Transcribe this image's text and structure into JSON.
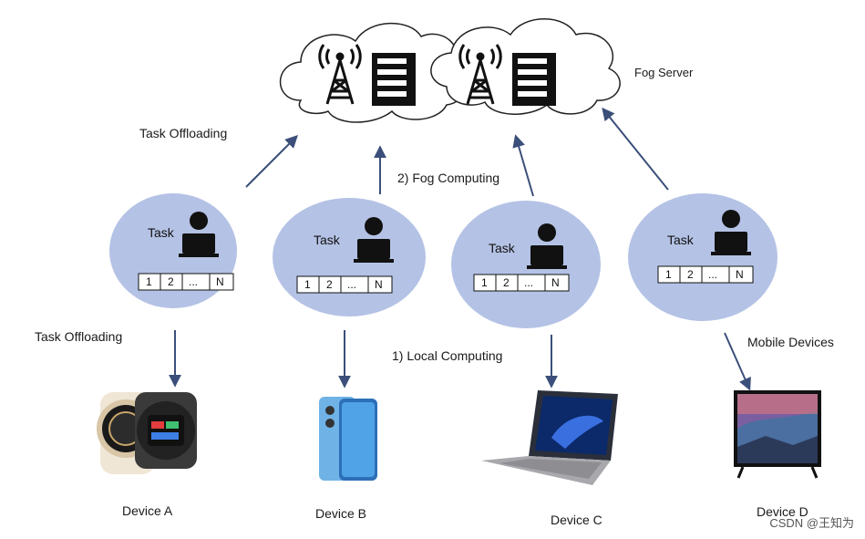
{
  "labels": {
    "fog_server": "Fog Server",
    "task_offloading_top": "Task Offloading",
    "fog_computing": "2) Fog Computing",
    "task_offloading_left": "Task Offloading",
    "local_computing": "1) Local Computing",
    "mobile_devices": "Mobile Devices"
  },
  "nodes": [
    {
      "task": "Task",
      "slots": [
        "1",
        "2",
        "...",
        "N"
      ],
      "device": "Device A"
    },
    {
      "task": "Task",
      "slots": [
        "1",
        "2",
        "...",
        "N"
      ],
      "device": "Device B"
    },
    {
      "task": "Task",
      "slots": [
        "1",
        "2",
        "...",
        "N"
      ],
      "device": "Device C"
    },
    {
      "task": "Task",
      "slots": [
        "1",
        "2",
        "...",
        "N"
      ],
      "device": "Device D"
    }
  ],
  "watermark": "CSDN @王知为",
  "colors": {
    "ellipse": "#b4c2e5",
    "arrow": "#3b4f7a",
    "cloud_stroke": "#222222",
    "icon": "#111111"
  }
}
